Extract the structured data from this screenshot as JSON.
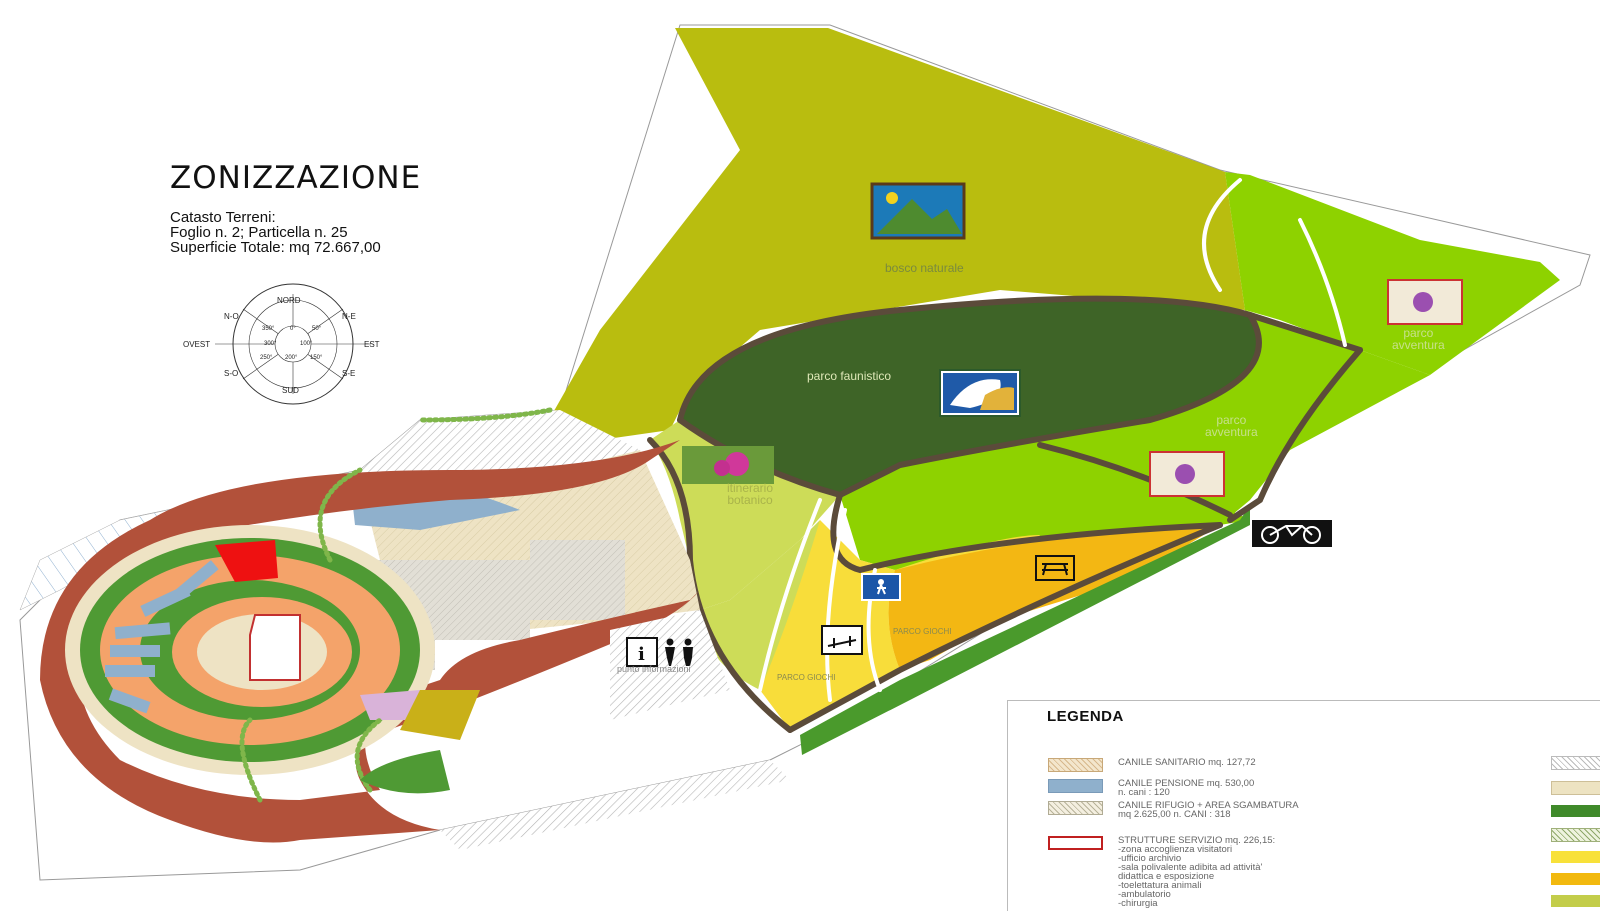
{
  "map": {
    "title": "ZONIZZAZIONE",
    "cadastre": {
      "line1": "Catasto Terreni:",
      "line2": "Foglio n. 2; Particella n. 25",
      "line3": "Superficie Totale: mq 72.667,00"
    },
    "compass": {
      "n": "NORD",
      "ne": "N-E",
      "e": "EST",
      "se": "S-E",
      "s": "SUD",
      "so": "S-O",
      "o": "OVEST",
      "no": "N-O",
      "d350": "350°",
      "d0": "0°",
      "d50": "50°",
      "d300": "300°",
      "d100": "100°",
      "d250": "250°",
      "d200": "200°",
      "d150": "150°"
    },
    "zones": {
      "bosco": "bosco naturale",
      "faunistico": "parco faunistico",
      "avventura1": [
        "parco",
        "avventura"
      ],
      "avventura2": [
        "parco",
        "avventura"
      ],
      "botanico": [
        "itinerario",
        "botanico"
      ],
      "giochi1": "PARCO GIOCHI",
      "giochi2": "PARCO GIOCHI",
      "info": "punto informazioni"
    },
    "colors": {
      "bosco": "#b9bd0f",
      "faunistico": "#3e6427",
      "avventura": "#8ed200",
      "botanico": "#cddc58",
      "giochi": "#f8dd3a",
      "picnic": "#f3b713",
      "path": "#5b4b3a",
      "road": "#b2513a",
      "boundary_green": "#4a9a2c"
    }
  },
  "legend": {
    "title": "LEGENDA",
    "items": [
      {
        "lines": [
          "CANILE SANITARIO mq. 127,72"
        ],
        "swatch": "#e8cfa8"
      },
      {
        "lines": [
          "CANILE PENSIONE mq. 530,00",
          "n. cani : 120"
        ],
        "swatch": "#8fb0cc"
      },
      {
        "lines": [
          "CANILE RIFUGIO + AREA SGAMBATURA",
          "mq 2.625,00     n. CANI :  318"
        ],
        "swatch": "#ddd8bf"
      },
      {
        "lines": [
          "STRUTTURE SERVIZIO mq. 226,15:",
          "-zona accoglienza visitatori",
          "-ufficio archivio",
          "-sala polivalente adibita ad attività'",
          "didattica e esposizione",
          "-toelettatura animali",
          "-ambulatorio",
          "-chirurgia"
        ],
        "swatch": "#ffffff"
      }
    ],
    "right_swatches": [
      "#eeeeee",
      "#ede3c2",
      "#3f8a2a",
      "#dfe9c8",
      "#f8e13a",
      "#f2b90f",
      "#c3cd4a"
    ]
  }
}
